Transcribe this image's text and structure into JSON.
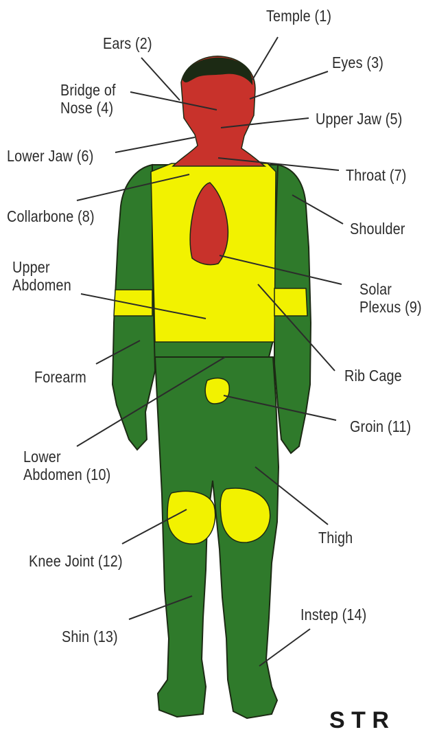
{
  "colors": {
    "red_zone": "#c8322b",
    "yellow_zone": "#f2f200",
    "green_zone": "#2f7a2b",
    "outline": "#1c2a14",
    "leader": "#2b2b2b",
    "label_text": "#2b2b2b"
  },
  "labels": {
    "temple": "Temple (1)",
    "ears": "Ears (2)",
    "eyes": "Eyes (3)",
    "bridge_line1": "Bridge of",
    "bridge_line2": "Nose (4)",
    "upper_jaw": "Upper Jaw (5)",
    "lower_jaw": "Lower Jaw (6)",
    "throat": "Throat (7)",
    "collarbone": "Collarbone (8)",
    "shoulder": "Shoulder",
    "upper_abdomen_line1": "Upper",
    "upper_abdomen_line2": "Abdomen",
    "solar_line1": "Solar",
    "solar_line2": "Plexus (9)",
    "forearm": "Forearm",
    "rib_cage": "Rib Cage",
    "groin": "Groin (11)",
    "lower_abdomen_line1": "Lower",
    "lower_abdomen_line2": "Abdomen (10)",
    "thigh": "Thigh",
    "knee_joint": "Knee Joint (12)",
    "shin": "Shin (13)",
    "instep": "Instep (14)"
  },
  "watermark": "S T R"
}
